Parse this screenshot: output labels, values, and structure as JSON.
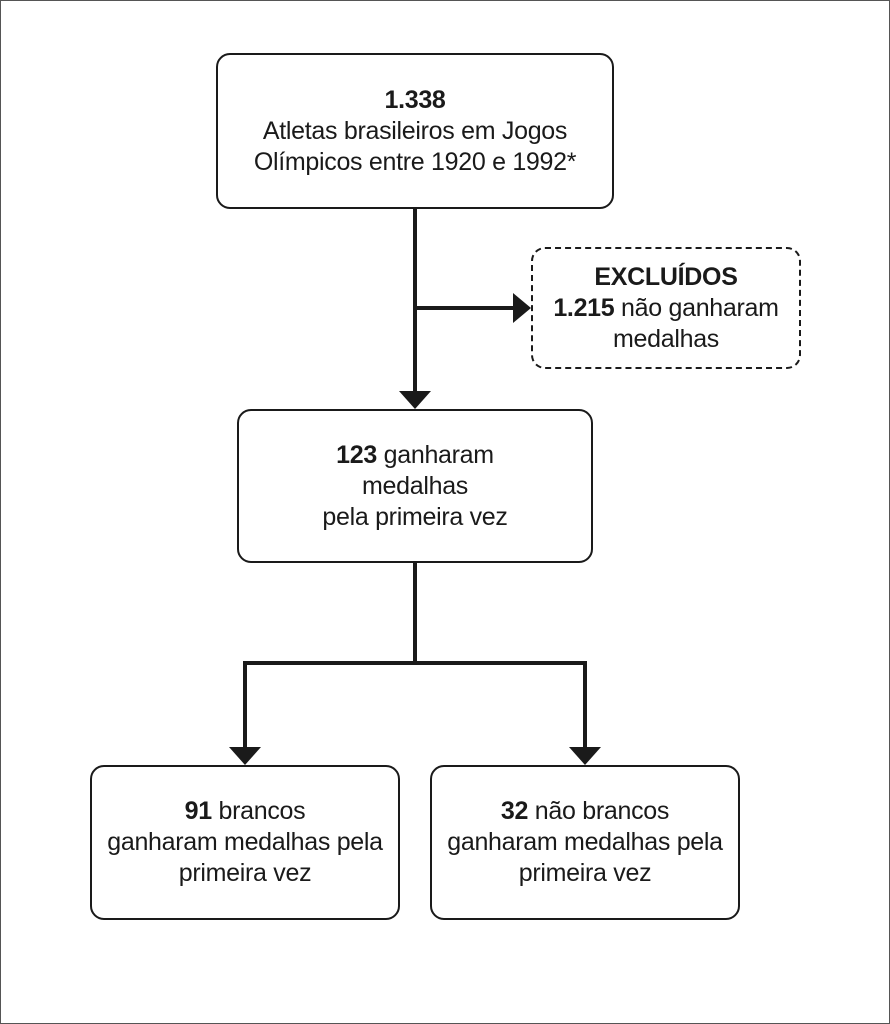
{
  "top_box": {
    "number": "1.338",
    "line1": "Atletas brasileiros em Jogos",
    "line2": "Olímpicos entre 1920 e 1992*"
  },
  "excluded_box": {
    "title": "EXCLUÍDOS",
    "number": "1.215",
    "line1_rest": " não ganharam",
    "line2": "medalhas"
  },
  "mid_box": {
    "number": "123",
    "line1_rest": " ganharam",
    "line2": "medalhas",
    "line3": "pela primeira vez"
  },
  "left_box": {
    "number": "91",
    "line1_rest": " brancos",
    "line2": "ganharam medalhas pela",
    "line3": "primeira vez"
  },
  "right_box": {
    "number": "32",
    "line1_rest": " não brancos",
    "line2": "ganharam medalhas pela",
    "line3": "primeira vez"
  }
}
